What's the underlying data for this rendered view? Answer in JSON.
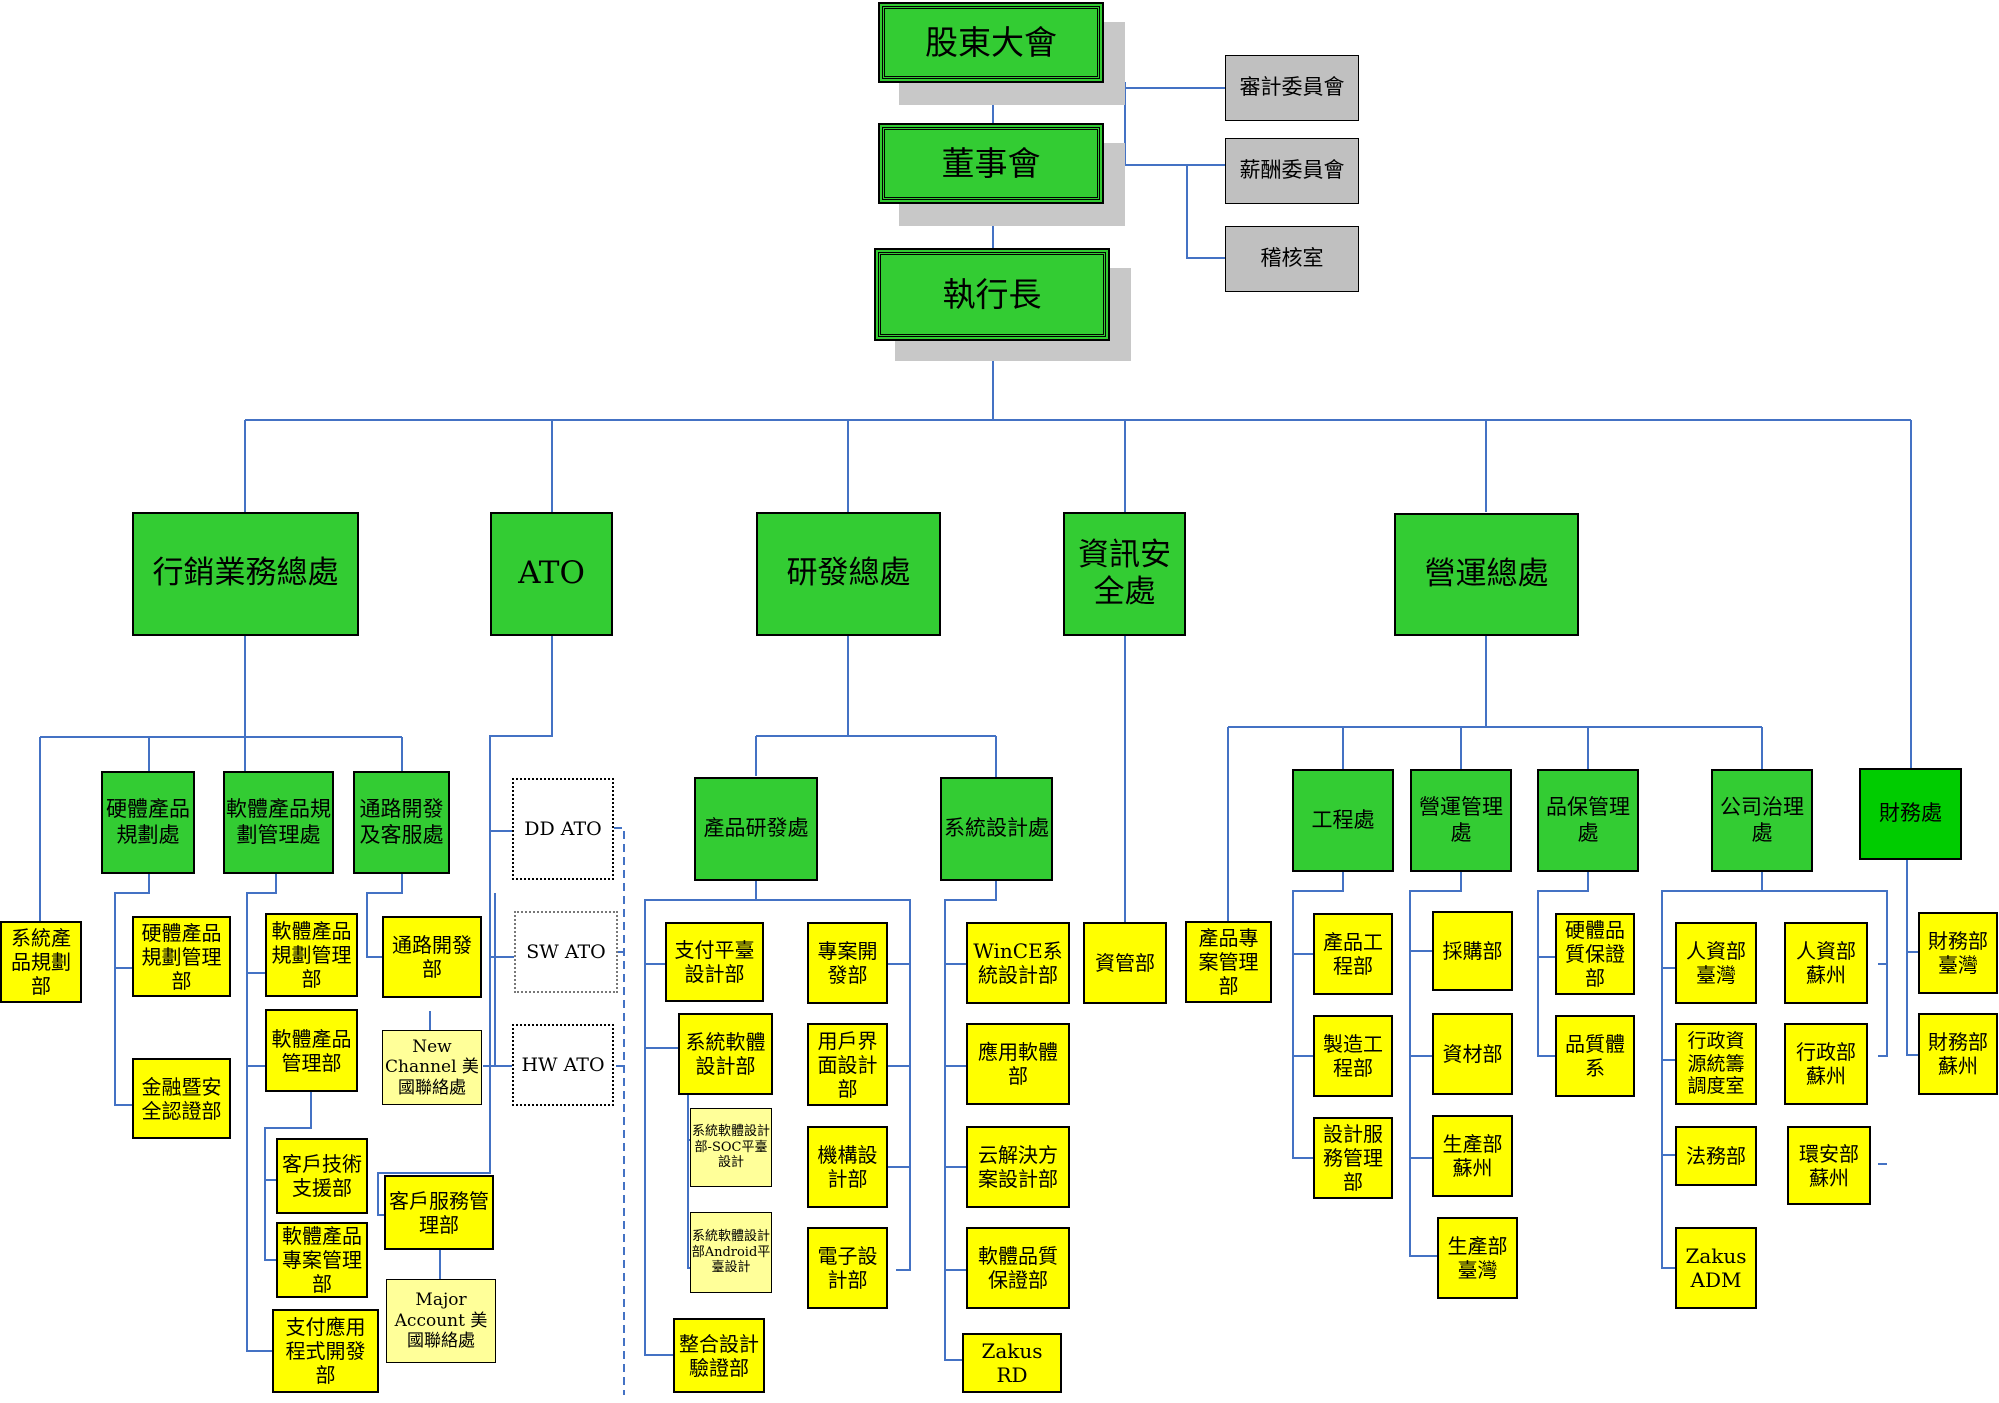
{
  "top": {
    "shareholders": "股東大會",
    "board": "董事會",
    "ceo": "執行長",
    "audit_committee": "審計委員會",
    "compensation_committee": "薪酬委員會",
    "internal_audit": "稽核室"
  },
  "divisions": {
    "marketing": "行銷業務總處",
    "ato": "ATO",
    "rd": "研發總處",
    "infosec": "資訊安全處",
    "operations": "營運總處",
    "finance": "財務處"
  },
  "marketing": {
    "system_product_planning": "系統產品規劃部",
    "hw_product_planning": "硬體產品規劃處",
    "sw_product_planning": "軟體產品規劃管理處",
    "channel_service": "通路開發及客服處",
    "hw_planning_mgmt": "硬體產品規劃管理部",
    "fin_security_cert": "金融暨安全認證部",
    "sw_planning_mgmt": "軟體產品規劃管理部",
    "sw_product_mgmt": "軟體產品管理部",
    "customer_tech_support": "客戶技術支援部",
    "sw_project_mgmt": "軟體產品專案管理部",
    "payment_app_dev": "支付應用程式開發部",
    "channel_dev": "通路開發部",
    "new_channel_us": "New Channel 美國聯絡處",
    "customer_service_mgmt": "客戶服務管理部",
    "major_account_us": "Major Account 美國聯絡處"
  },
  "ato": {
    "dd": "DD ATO",
    "sw": "SW ATO",
    "hw": "HW ATO"
  },
  "rd": {
    "product_rd": "產品研發處",
    "system_design": "系統設計處",
    "payment_platform": "支付平臺設計部",
    "system_sw_design": "系統軟體設計部",
    "sys_sw_soc": "系統軟體設計部-SOC平臺設計",
    "sys_sw_android": "系統軟體設計部Android平臺設計",
    "integration_verify": "整合設計驗證部",
    "project_dev": "專案開發部",
    "ui_design": "用戶界面設計部",
    "mechanical_design": "機構設計部",
    "electronic_design": "電子設計部",
    "wince_design": "WinCE系統設計部",
    "app_sw": "應用軟體部",
    "cloud_solution": "云解決方案設計部",
    "sw_qa": "軟體品質保證部",
    "zakus_rd": "Zakus RD"
  },
  "infosec": {
    "it_mgmt": "資管部"
  },
  "operations": {
    "product_project_mgmt": "產品專案管理部",
    "engineering": "工程處",
    "ops_mgmt": "營運管理處",
    "qa_mgmt": "品保管理處",
    "governance": "公司治理處",
    "product_engineering": "產品工程部",
    "manufacturing_engineering": "製造工程部",
    "design_service_mgmt": "設計服務管理部",
    "procurement": "採購部",
    "materials": "資材部",
    "production_suzhou": "生產部蘇州",
    "production_taiwan": "生產部臺灣",
    "hw_qa": "硬體品質保證部",
    "quality_system": "品質體系",
    "hr_taiwan": "人資部臺灣",
    "admin_resource": "行政資源統籌調度室",
    "legal": "法務部",
    "zakus_adm": "Zakus ADM",
    "hr_suzhou": "人資部蘇州",
    "admin_suzhou": "行政部蘇州",
    "env_safety_suzhou": "環安部蘇州"
  },
  "finance": {
    "taiwan": "財務部臺灣",
    "suzhou": "財務部蘇州"
  },
  "colors": {
    "green": "#33cc33",
    "yellow": "#ffff00",
    "light_yellow": "#ffff99",
    "gray": "#c0c0c0",
    "line": "#4472c4"
  }
}
